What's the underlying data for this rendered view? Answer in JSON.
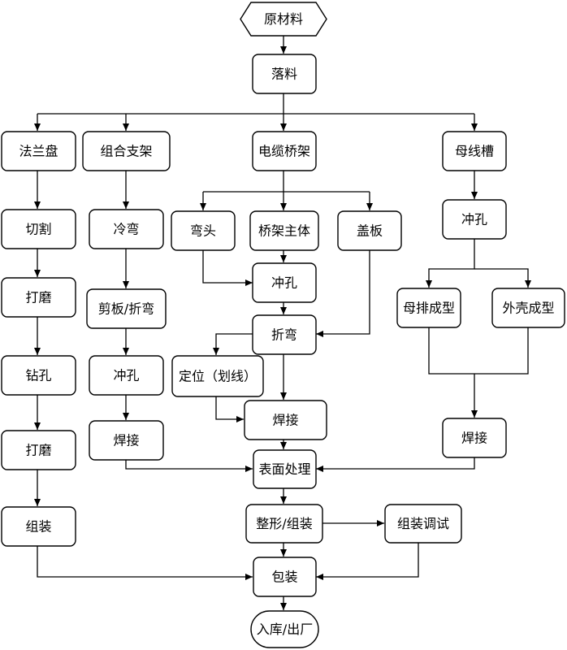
{
  "diagram": {
    "type": "flowchart",
    "nodes": {
      "raw_material": "原材料",
      "blanking": "落料",
      "flange": "法兰盘",
      "bracket": "组合支架",
      "cable_tray": "电缆桥架",
      "busbar_trough": "母线槽",
      "flange_cut": "切割",
      "flange_grind1": "打磨",
      "flange_drill": "钻孔",
      "flange_grind2": "打磨",
      "flange_assemble": "组装",
      "bracket_coldbend": "冷弯",
      "bracket_shear": "剪板/折弯",
      "bracket_punch": "冲孔",
      "bracket_weld": "焊接",
      "tray_elbow": "弯头",
      "tray_body": "桥架主体",
      "tray_cover": "盖板",
      "tray_punch": "冲孔",
      "tray_bend": "折弯",
      "tray_position": "定位（划线）",
      "tray_weld": "焊接",
      "bus_punch": "冲孔",
      "bus_bar_form": "母排成型",
      "bus_shell_form": "外壳成型",
      "bus_weld": "焊接",
      "surface": "表面处理",
      "shaping": "整形/组装",
      "debug": "组装调试",
      "packing": "包装",
      "warehouse": "入库/出厂"
    }
  }
}
